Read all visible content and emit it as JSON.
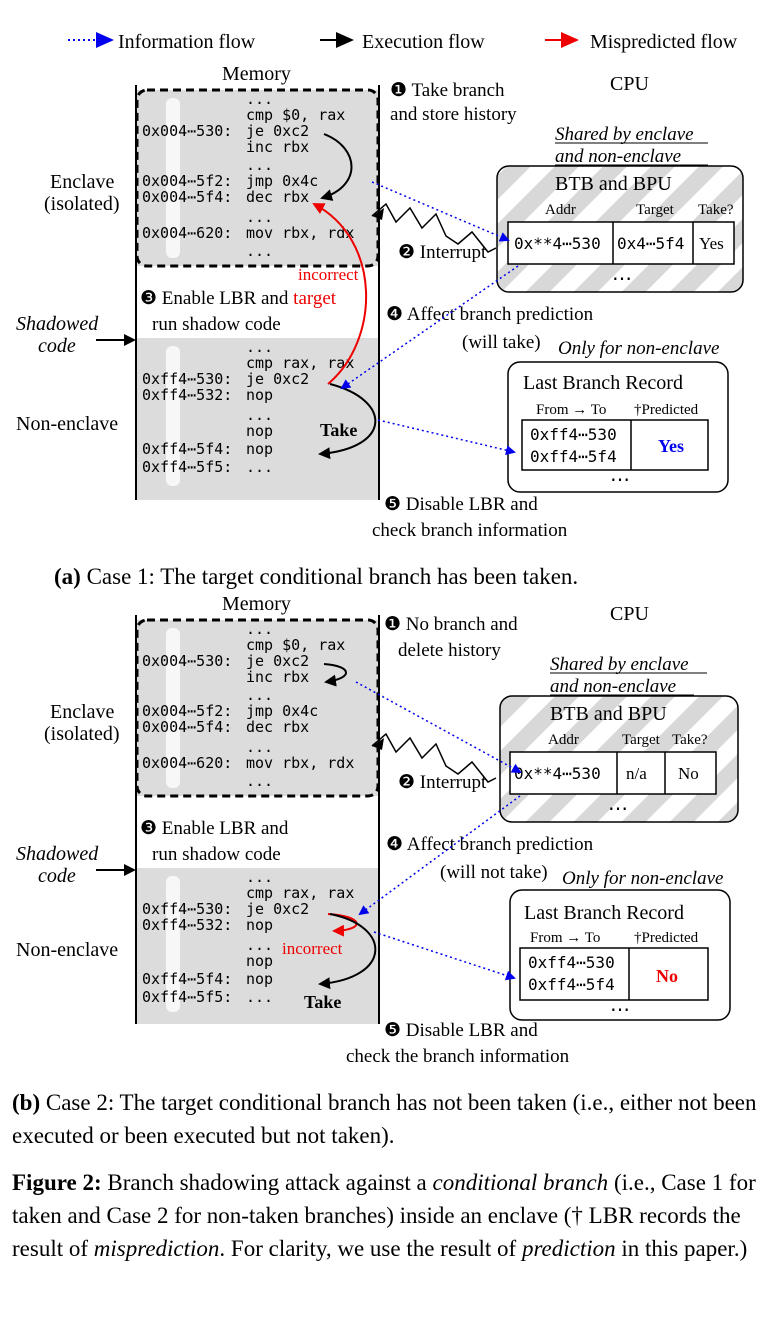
{
  "legend": {
    "info": "Information flow",
    "exec": "Execution flow",
    "mispred": "Mispredicted flow"
  },
  "colors": {
    "info": "#0000ee",
    "exec": "#000000",
    "mispred": "#ee0000",
    "gray": "#dcdcdc"
  },
  "panel_a": {
    "memory": "Memory",
    "cpu": "CPU",
    "code_enclave": [
      {
        "addr": "",
        "ins": "..."
      },
      {
        "addr": "",
        "ins": "cmp $0, rax"
      },
      {
        "addr": "0x004⋯530:",
        "ins": "je 0xc2"
      },
      {
        "addr": "",
        "ins": "inc rbx"
      },
      {
        "addr": "",
        "ins": "..."
      },
      {
        "addr": "0x004⋯5f2:",
        "ins": "jmp 0x4c"
      },
      {
        "addr": "0x004⋯5f4:",
        "ins": "dec rbx"
      },
      {
        "addr": "",
        "ins": "..."
      },
      {
        "addr": "0x004⋯620:",
        "ins": "mov rbx, rdx"
      },
      {
        "addr": "",
        "ins": "..."
      }
    ],
    "code_shadow": [
      {
        "addr": "",
        "ins": "..."
      },
      {
        "addr": "",
        "ins": "cmp rax, rax"
      },
      {
        "addr": "0xff4⋯530:",
        "ins": "je 0xc2"
      },
      {
        "addr": "0xff4⋯532:",
        "ins": "nop"
      },
      {
        "addr": "",
        "ins": "..."
      },
      {
        "addr": "",
        "ins": "nop"
      },
      {
        "addr": "0xff4⋯5f4:",
        "ins": "nop"
      },
      {
        "addr": "0xff4⋯5f5:",
        "ins": "..."
      }
    ],
    "enclave_label": [
      "Enclave",
      "(isolated)"
    ],
    "shadowed_label": [
      "Shadowed",
      "code"
    ],
    "nonenclave_label": "Non-enclave",
    "step1": [
      "❶ Take branch",
      "and store history"
    ],
    "step2": "❷ Interrupt",
    "step3a": "❸ Enable LBR and ",
    "step3a_red": "target",
    "step3b": "run shadow code",
    "step4": [
      "❹ Affect branch prediction",
      "(will take)"
    ],
    "step5": [
      "❺ Disable LBR and",
      "check branch information"
    ],
    "incorrect": "incorrect",
    "take": "Take",
    "shared": [
      "Shared by enclave",
      "and non-enclave"
    ],
    "btb_title": "BTB and BPU",
    "btb_headers": [
      "Addr",
      "Target",
      "Take?"
    ],
    "btb_row": [
      "0x**4⋯530",
      "0x4⋯5f4",
      "Yes"
    ],
    "only_nonenclave": "Only for non-enclave",
    "lbr_title": "Last Branch Record",
    "lbr_headers": [
      "From → To",
      "†Predicted"
    ],
    "lbr_from": "0xff4⋯530",
    "lbr_to": "0xff4⋯5f4",
    "lbr_pred": "Yes",
    "dots": "⋯",
    "caption_bold": "(a)",
    "caption": " Case 1: The target conditional branch has been taken."
  },
  "panel_b": {
    "memory": "Memory",
    "cpu": "CPU",
    "step1": [
      "❶ No branch and",
      "delete history"
    ],
    "step2": "❷ Interrupt",
    "step3a": "❸ Enable LBR and",
    "step3b": "run shadow code",
    "step4": [
      "❹ Affect branch prediction",
      "(will not take)"
    ],
    "step5": [
      "❺ Disable LBR and",
      "check the branch information"
    ],
    "incorrect": "incorrect",
    "take": "Take",
    "btb_row": [
      "0x**4⋯530",
      "n/a",
      "No"
    ],
    "lbr_from": "0xff4⋯530",
    "lbr_to": "0xff4⋯5f4",
    "lbr_pred": "No",
    "caption_bold": "(b)",
    "caption": " Case 2: The target conditional branch has not been taken (i.e., either not been executed or been executed but not taken)."
  },
  "figure": {
    "label": "Figure 2:",
    "text1": " Branch shadowing attack against a ",
    "italic1": "conditional branch",
    "text2": " (i.e., Case 1 for taken and Case 2 for non-taken branches) inside an enclave († LBR records the result of ",
    "italic2": "misprediction",
    "text3": ". For clarity, we use the result of ",
    "italic3": "prediction",
    "text4": " in this paper.)"
  }
}
